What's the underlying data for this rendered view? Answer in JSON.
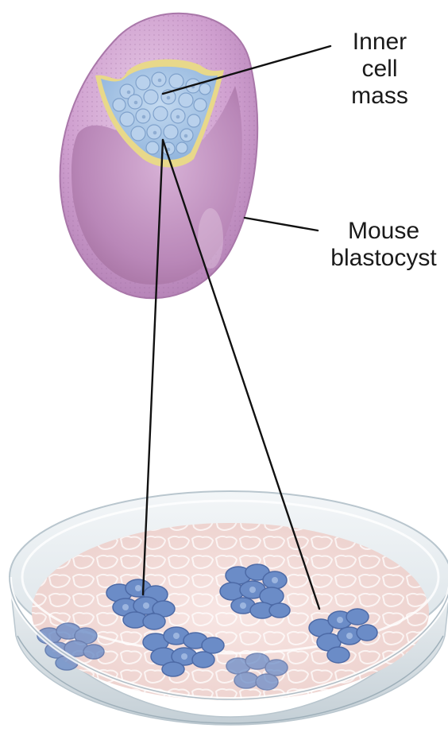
{
  "labels": {
    "inner_cell_mass": [
      "Inner",
      "cell",
      "mass"
    ],
    "mouse_blastocyst": [
      "Mouse",
      "blastocyst"
    ]
  },
  "colors": {
    "blastocyst_wall": "#c79ac7",
    "blastocyst_cavity": "#b886b7",
    "inner_cell_mass": "#a8c6e6",
    "inner_cell_mass_border": "#e8d88a",
    "colony_cell": "#5d7fbd",
    "dish_rim": "#e4ebef",
    "feeder_layer": "#f4dbd8",
    "leader_line": "#111111"
  },
  "icons": {
    "blastocyst": "blastocyst-illustration",
    "dish": "petri-dish-illustration"
  }
}
